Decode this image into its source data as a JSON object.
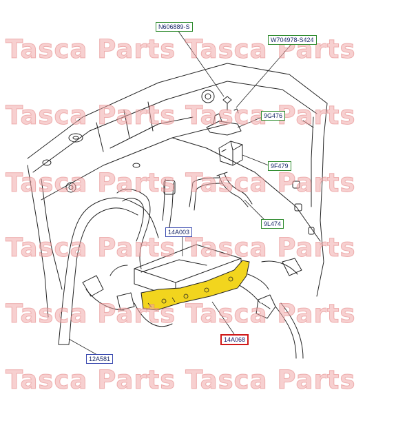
{
  "diagram": {
    "callouts": [
      {
        "id": "n606889",
        "label": "N606889-S",
        "color": "green"
      },
      {
        "id": "w704978",
        "label": "W704978-S424",
        "color": "green"
      },
      {
        "id": "9g476",
        "label": "9G476",
        "color": "green"
      },
      {
        "id": "9f479",
        "label": "9F479",
        "color": "green"
      },
      {
        "id": "9l474",
        "label": "9L474",
        "color": "green"
      },
      {
        "id": "14a003",
        "label": "14A003",
        "color": "blue"
      },
      {
        "id": "14a068",
        "label": "14A068",
        "color": "red"
      },
      {
        "id": "12a581",
        "label": "12A581",
        "color": "blue"
      }
    ],
    "watermark": "Tasca Parts",
    "highlight_color": "#f2d51e",
    "colors": {
      "green_border": "#2e8b2e",
      "blue_border": "#3a4ab0",
      "red_border": "#d01818",
      "line": "#222222"
    }
  }
}
